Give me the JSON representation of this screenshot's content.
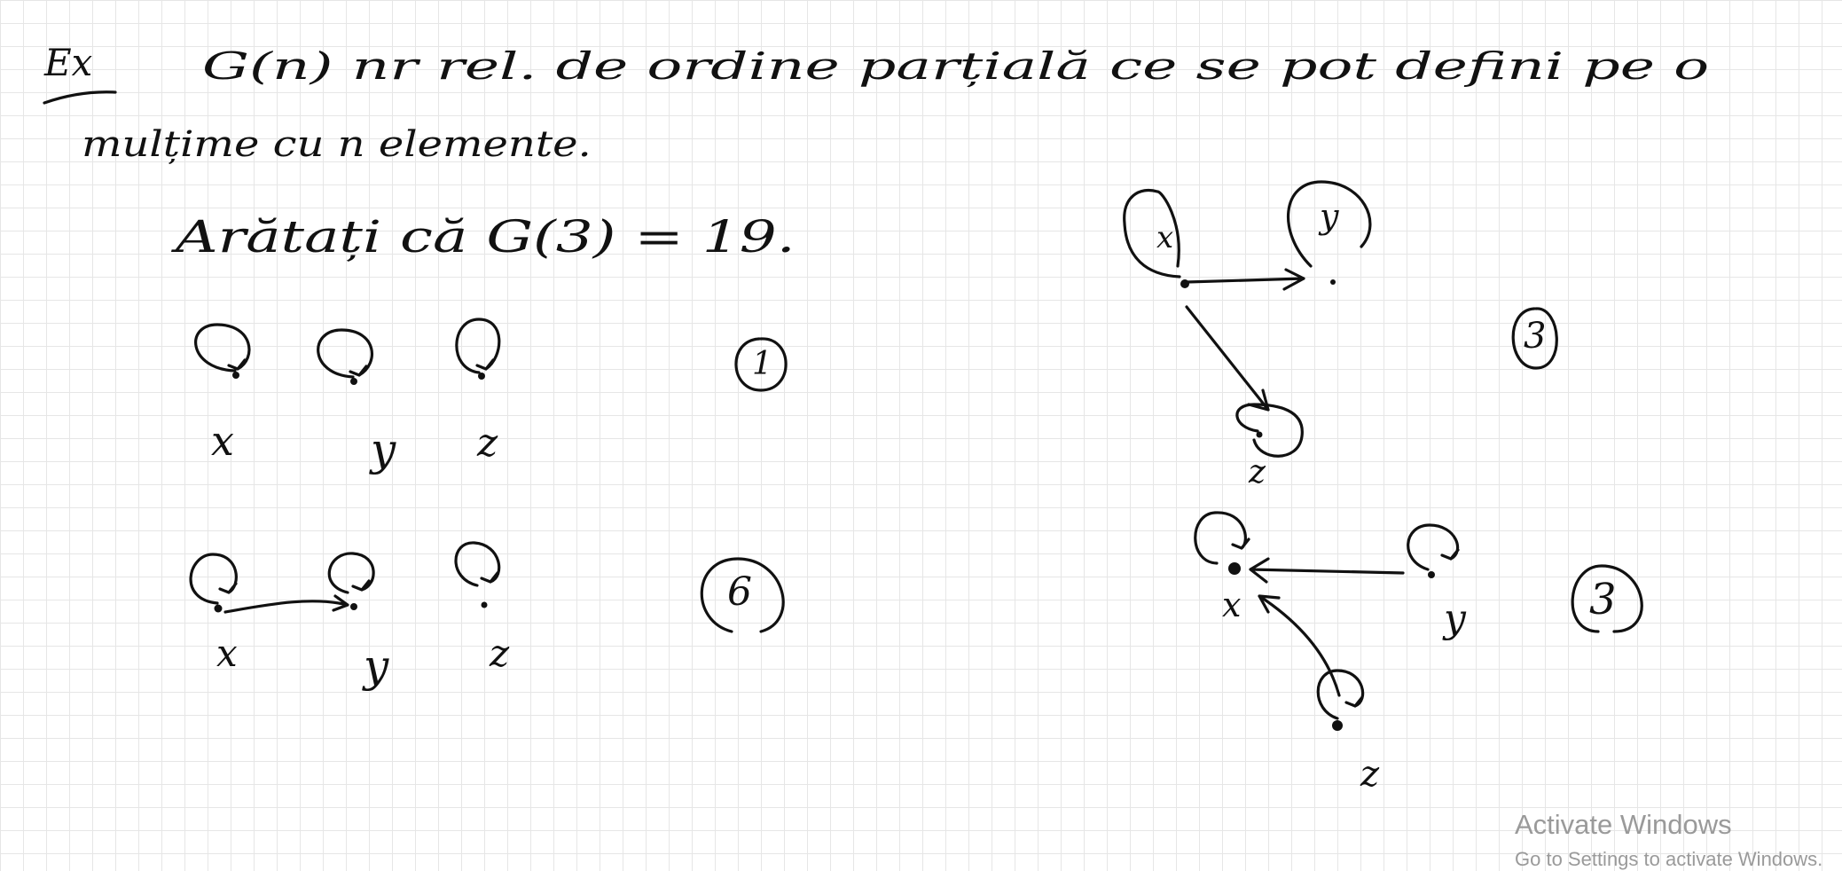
{
  "note": {
    "ex_label": "Ex",
    "statement_line1": "G(n) nr rel. de ordine parțială ce se pot defini pe o",
    "statement_line2": "mulțime cu n elemente.",
    "task": "Arătați că G(3) = 19."
  },
  "cases": [
    {
      "id": "case-1",
      "count": "1",
      "labels": [
        "x",
        "y",
        "z"
      ]
    },
    {
      "id": "case-6",
      "count": "6",
      "labels": [
        "x",
        "y",
        "z"
      ]
    },
    {
      "id": "case-3a",
      "count": "3",
      "labels": [
        "x",
        "y",
        "z"
      ]
    },
    {
      "id": "case-3b",
      "count": "3",
      "labels": [
        "x",
        "y",
        "z"
      ]
    }
  ],
  "watermark": {
    "title": "Activate Windows",
    "subtitle": "Go to Settings to activate Windows."
  },
  "colors": {
    "ink": "#111111",
    "grid": "#e6e6e6",
    "watermark": "#9a9a9a"
  }
}
